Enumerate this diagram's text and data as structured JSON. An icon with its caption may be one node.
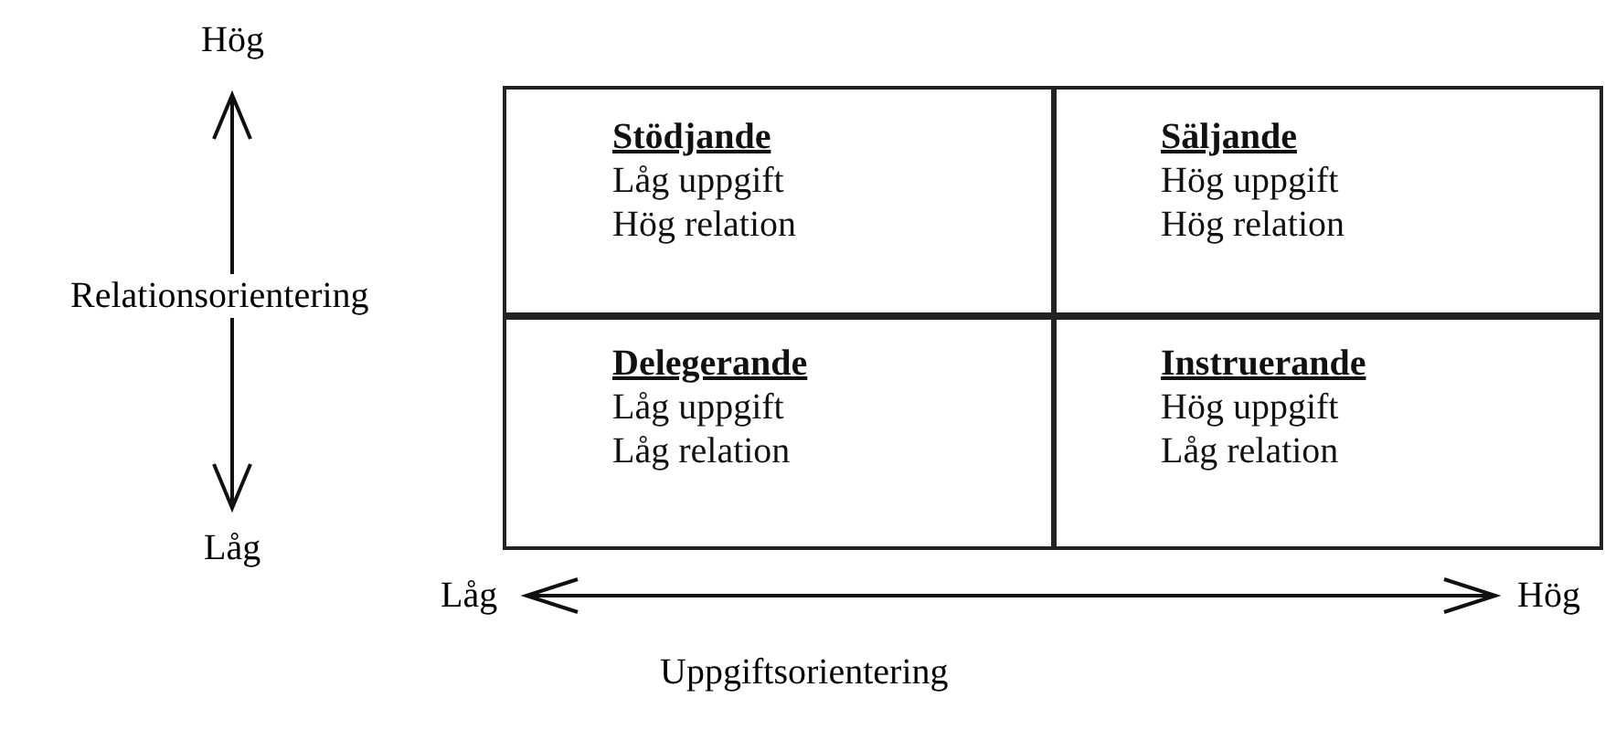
{
  "diagram": {
    "nodes": [
      {
        "text": [
          "Stödjande",
          "Låg uppgift",
          "Hög relation"
        ]
      },
      {
        "text": [
          "Säljande",
          "Hög uppgift",
          "Hög relation"
        ]
      },
      {
        "text": [
          "Delegerande",
          "Låg uppgift",
          "Låg relation"
        ]
      },
      {
        "text": [
          "Instruerande",
          "Hög uppgift",
          "Låg relation"
        ]
      }
    ],
    "labels": [
      "Hög",
      "Relationsorientering",
      "Låg",
      "Låg",
      "Hög",
      "Uppgiftsorientering"
    ]
  }
}
